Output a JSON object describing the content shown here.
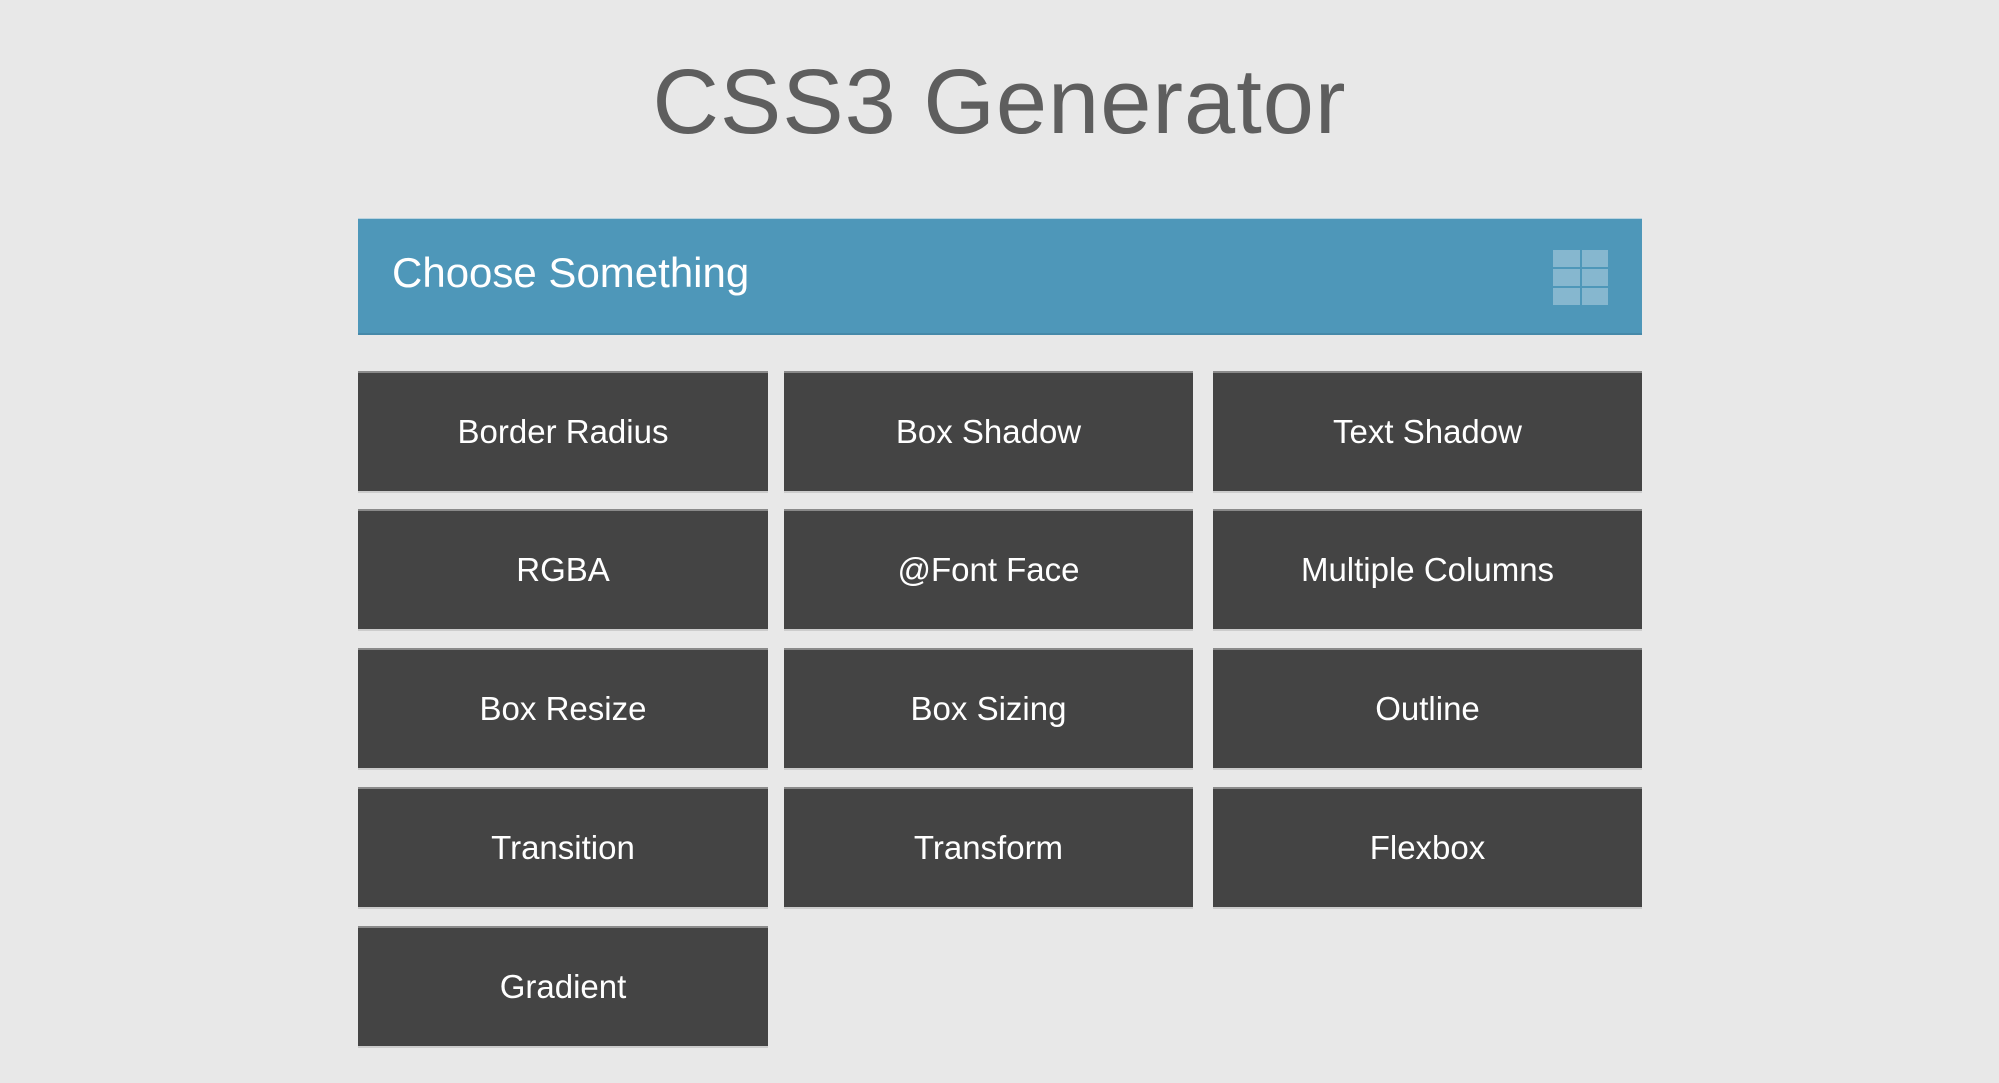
{
  "title": "CSS3 Generator",
  "header": {
    "label": "Choose Something",
    "icon": "grid-icon"
  },
  "colors": {
    "header": "#4e97b9",
    "button": "#444444",
    "background": "#e8e8e8"
  },
  "items": [
    "Border Radius",
    "Box Shadow",
    "Text Shadow",
    "RGBA",
    "@Font Face",
    "Multiple Columns",
    "Box Resize",
    "Box Sizing",
    "Outline",
    "Transition",
    "Transform",
    "Flexbox",
    "Gradient"
  ]
}
